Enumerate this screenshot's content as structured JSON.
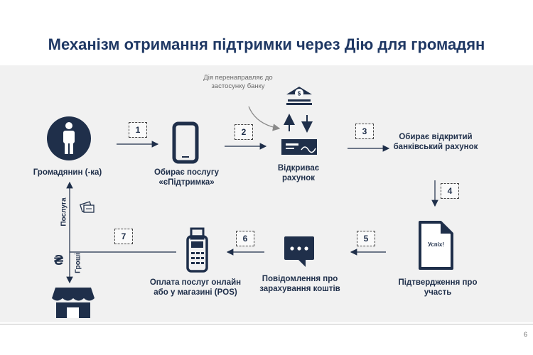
{
  "title": "Механізм отримання підтримки через Дію для громадян",
  "page_number": "6",
  "note": "Дія перенаправляє до застосунку банку",
  "nodes": {
    "citizen": "Громадянин (-ка)",
    "choose_service": "Обирає послугу «єПідтримка»",
    "open_account": "Відкриває рахунок",
    "choose_bank_account": "Обирає відкритий банківський рахунок",
    "confirmation": "Підтвердження про участь",
    "confirmation_doc": "Успіх!",
    "notification": "Повідомлення про зарахування коштів",
    "payment": "Оплата послуг онлайн або у магазині (POS)"
  },
  "side_labels": {
    "service": "Послуга",
    "money": "Гроші",
    "currency": "₴"
  },
  "steps": [
    "1",
    "2",
    "3",
    "4",
    "5",
    "6",
    "7"
  ],
  "colors": {
    "icon": "#1f2f4a",
    "title": "#1f3864"
  }
}
